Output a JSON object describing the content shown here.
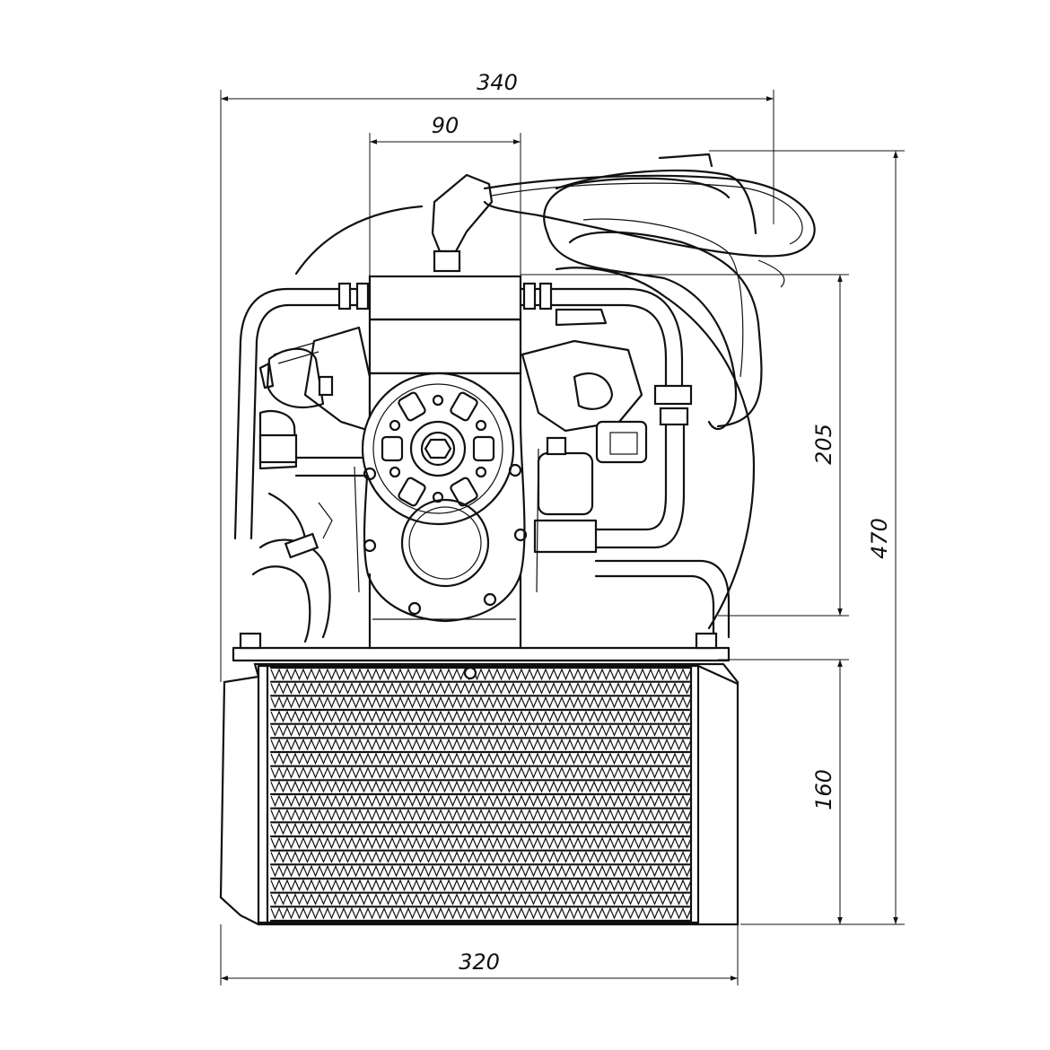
{
  "dimensions": {
    "overall_width": "340",
    "block_width": "90",
    "overall_height": "470",
    "engine_height": "205",
    "radiator_height": "160",
    "radiator_width": "320"
  }
}
